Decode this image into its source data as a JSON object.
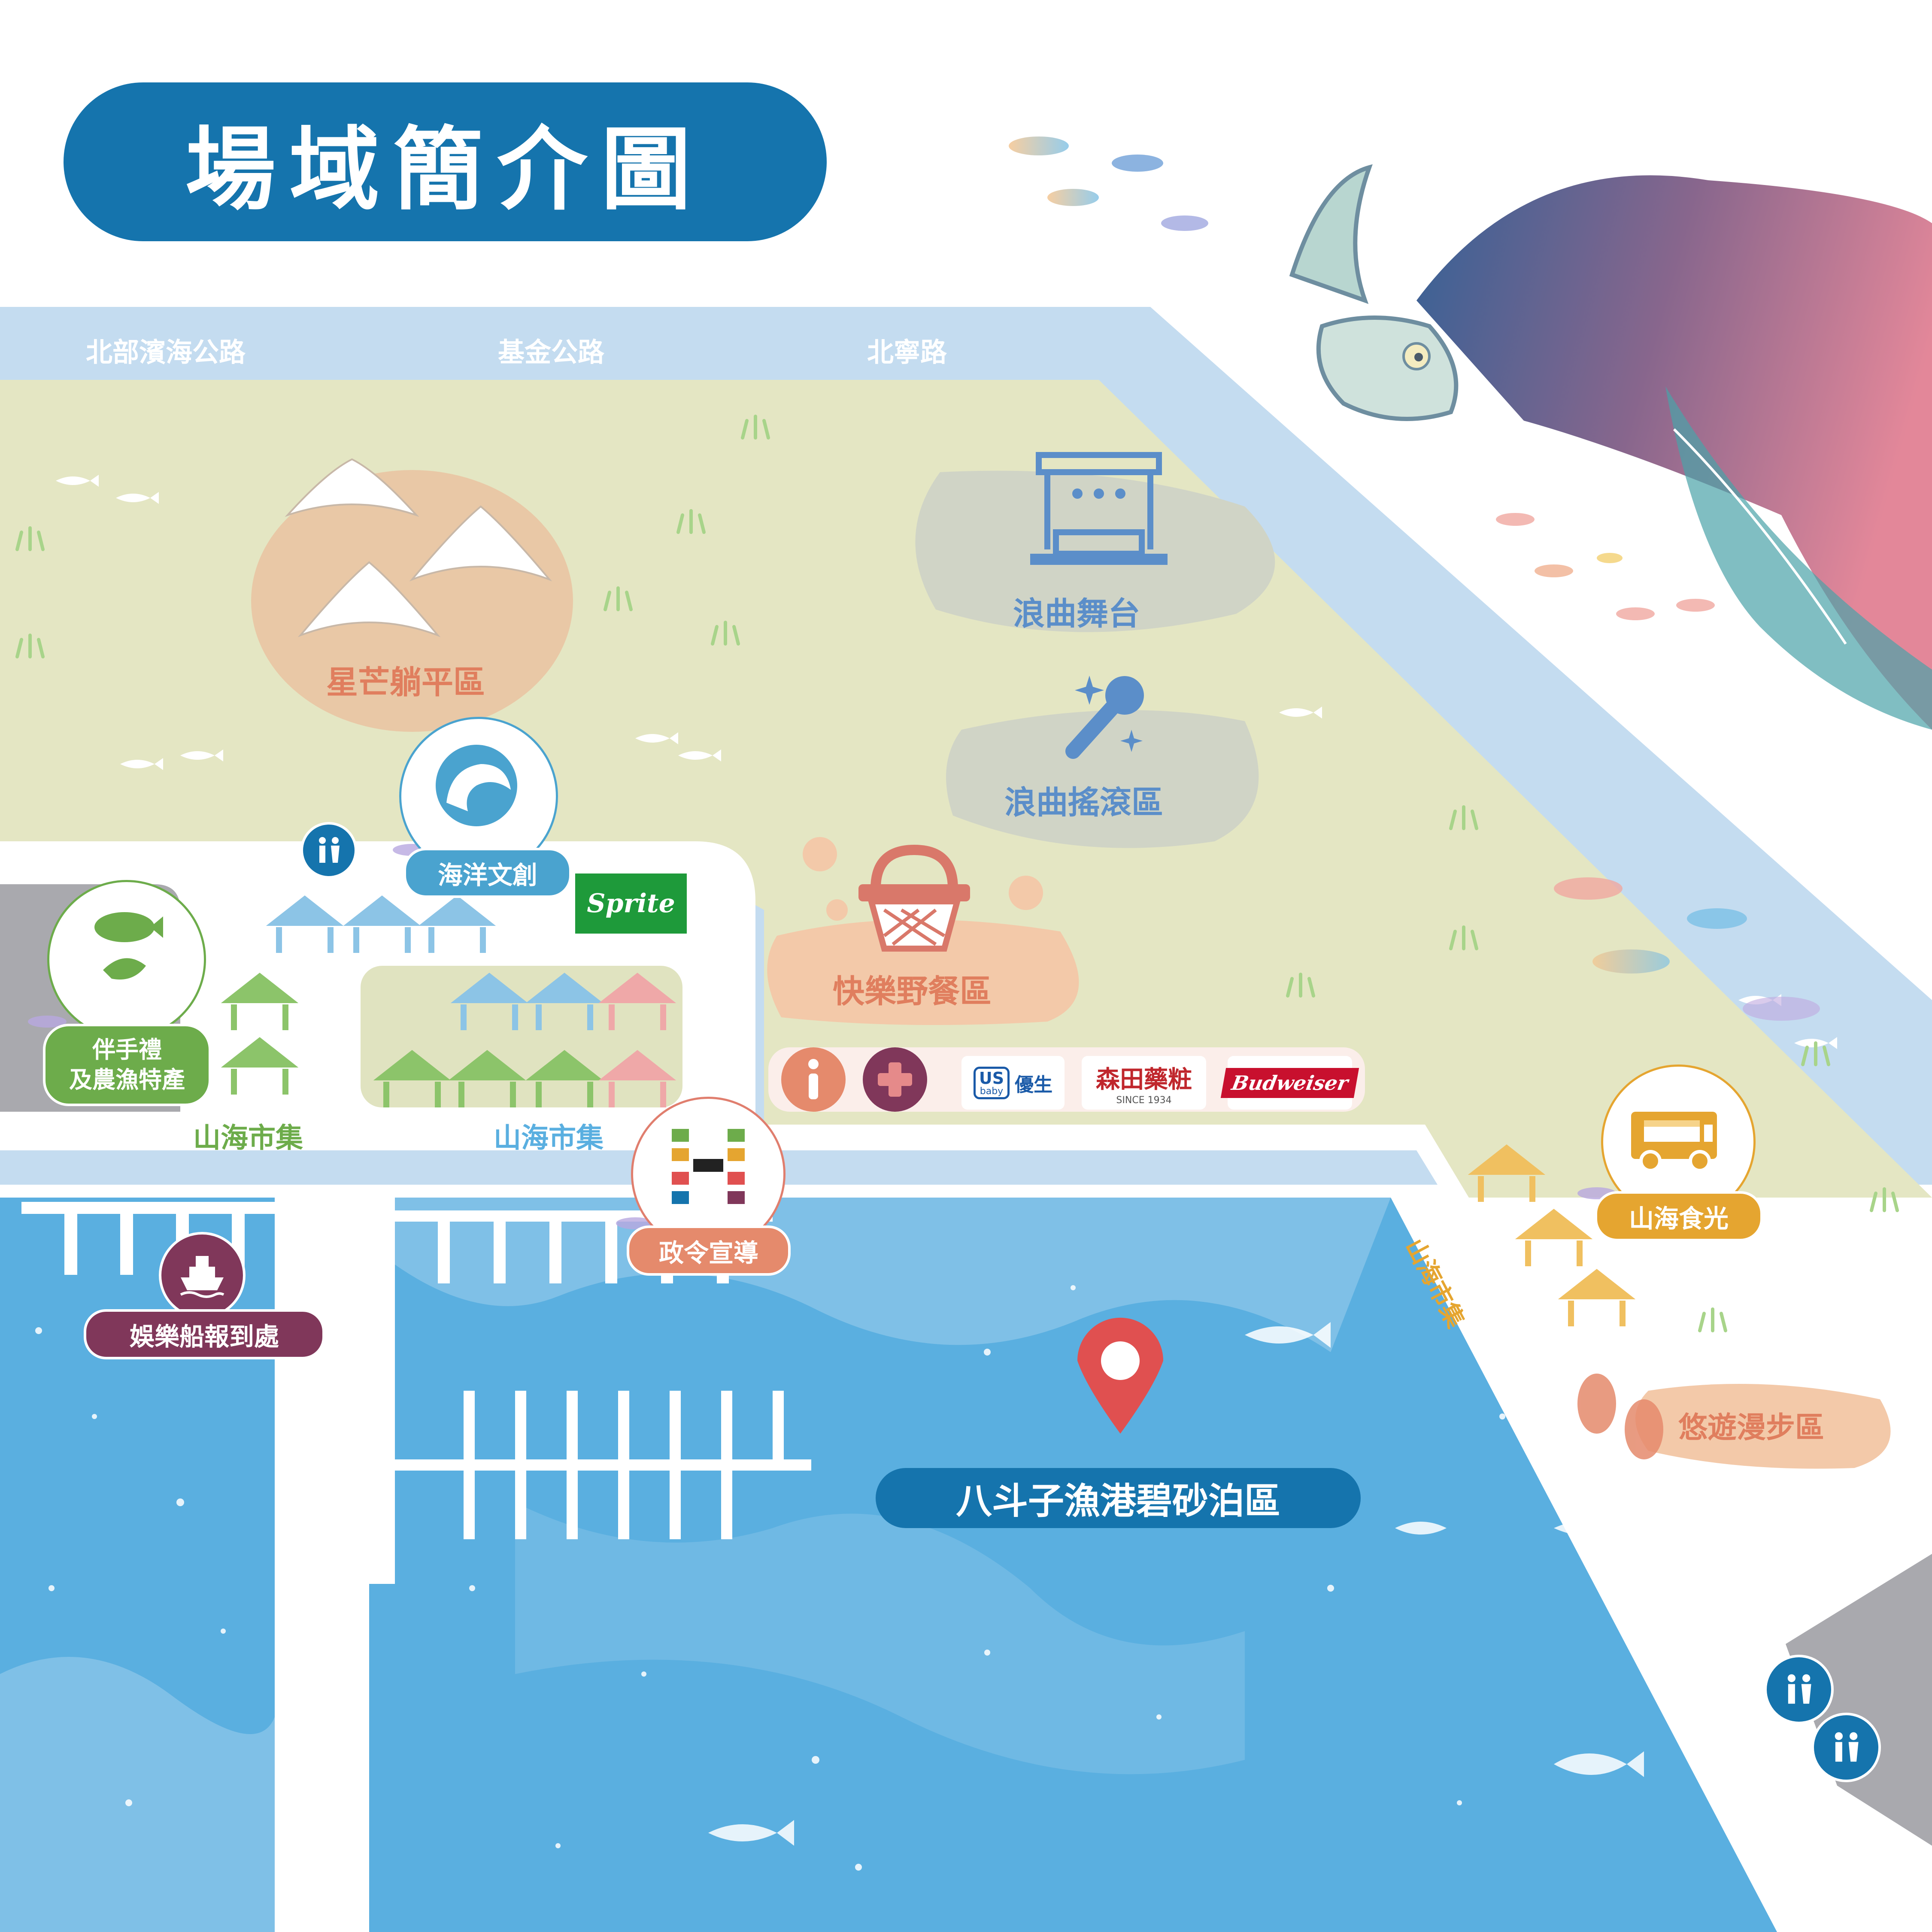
{
  "title": "場域簡介圖",
  "roads": [
    "北部濱海公路",
    "基金公路",
    "北寧路"
  ],
  "zones": {
    "star_tent": "星芒躺平區",
    "stage": "浪曲舞台",
    "rock": "浪曲搖滾區",
    "picnic": "快樂野餐區",
    "ocean_craft": "海洋文創",
    "gift": [
      "伴手禮",
      "及農漁特產"
    ],
    "market_left": "山海市集",
    "market_mid": "山海市集",
    "market_right": "山海市集",
    "policy": "政令宣導",
    "boat": "娛樂船報到處",
    "food": "山海食光",
    "stroll": "悠遊漫步區",
    "harbor": "八斗子漁港碧砂泊區"
  },
  "sponsors": {
    "sprite": "Sprite",
    "usbaby_us": "US",
    "usbaby_small": "baby",
    "usbaby_name": "優生",
    "morita_name": "森田藥粧",
    "morita_since": "SINCE 1934",
    "budweiser": "Budweiser"
  },
  "colors": {
    "title_bg": "#1574ad",
    "field": "#e4e6c3",
    "road": "#c4dcf0",
    "sea": "#5aafe0",
    "orange": "#e2876b",
    "purple": "#80375a",
    "gold": "#e5a530",
    "green": "#6dac4b",
    "grey": "#a9a9ae"
  }
}
